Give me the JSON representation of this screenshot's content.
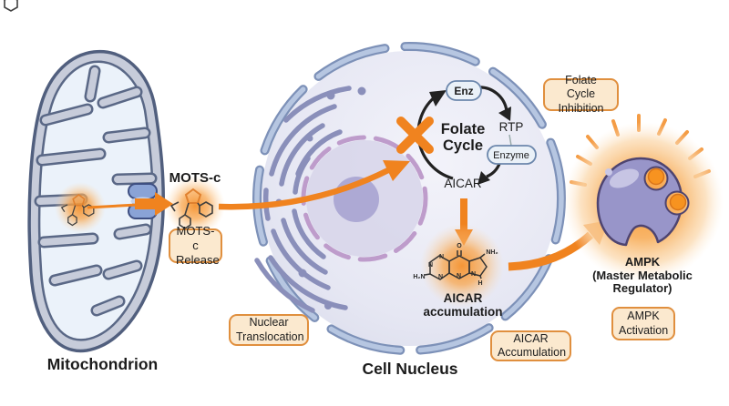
{
  "labels": {
    "mots_c": "MOTS-c",
    "mitochondrion": "Mitochondrion",
    "cell_nucleus": "Cell Nucleus",
    "folate_line1": "Folate",
    "folate_line2": "Cycle",
    "enz": "Enz",
    "rtp": "RTP",
    "enzyme": "Enzyme",
    "aicar": "AICAR",
    "aicar_accum_line1": "AICAR",
    "aicar_accum_line2": "accumulation",
    "ampk": "AMPK",
    "ampk_sub_line1": "(Master Metabolic",
    "ampk_sub_line2": "Regulator)"
  },
  "callouts": {
    "mots_release": {
      "line1": "MOTS-c",
      "line2": "Release"
    },
    "nuclear_translocation": {
      "line1": "Nuclear",
      "line2": "Translocation"
    },
    "folate_cycle_inhibition": {
      "line1": "Folate Cycle",
      "line2": "Inhibition"
    },
    "aicar_accumulation": {
      "line1": "AICAR",
      "line2": "Accumulation"
    },
    "ampk_activation": {
      "line1": "AMPK",
      "line2": "Activation"
    }
  },
  "molecule": {
    "o": "O",
    "nh2": "NH₂",
    "h2n": "H₂N",
    "n": "N",
    "h": "H"
  },
  "colors": {
    "accent_orange": "#F0831F",
    "callout_bg": "#FBE9CF",
    "callout_border": "#E08F3E",
    "mito_outer": "#C7CCDA",
    "mito_inner": "#EBF2FA",
    "mito_outline": "#57648A",
    "nucleus_fill": "#E7E8F3",
    "envelope_dark": "#7D91B8",
    "envelope_light": "#B6C6E1",
    "er_purple": "#8A8FBA",
    "nucleolus_ring": "#BE9CCB",
    "nucleolus_fill": "#ADA9D4",
    "ampk_body": "#9895C9",
    "ampk_outline": "#4E4470",
    "cycle_arrow": "#222222"
  }
}
